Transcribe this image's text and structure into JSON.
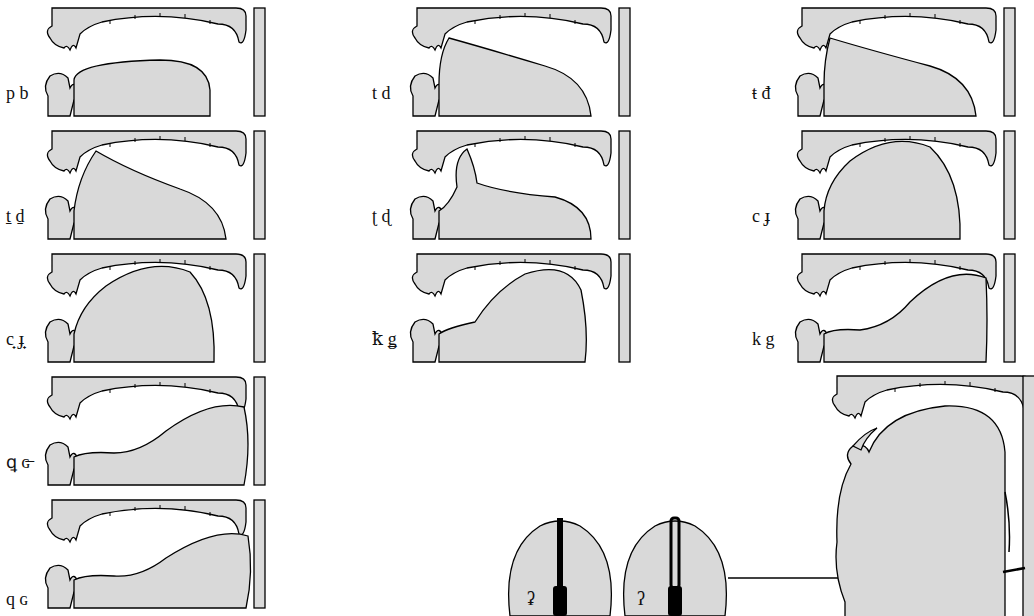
{
  "diagram": {
    "labels": [
      "p b",
      "t d",
      "ŧ đ",
      "ṯ ḏ",
      "ʈ ɖ",
      "c ɟ",
      "c̟ ɟ̟",
      "ꝁ ǥ",
      "k g",
      "ꝗ ɢ̶",
      "q ɢ",
      "ʡ",
      "ʔ"
    ]
  }
}
